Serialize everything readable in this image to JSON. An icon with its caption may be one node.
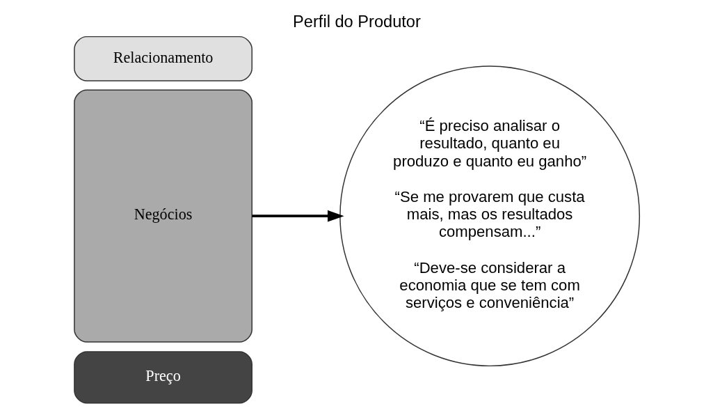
{
  "diagram": {
    "title": "Perfil do Produtor",
    "nodes": [
      {
        "text": [
          "Preço"
        ]
      },
      {
        "text": [
          "Negócios"
        ]
      },
      {
        "text": [
          "Relacionamento"
        ]
      },
      {
        "text": [
          "“É preciso analisar o resultado, quanto eu produzo e quanto eu ganho”",
          "“Se me provarem que custa mais, mas os resultados compensam...”",
          "“Deve-se considerar a economia que se tem com serviços e conveniência”"
        ]
      }
    ],
    "edges": [
      {
        "from": 1,
        "to": 3,
        "arrow": "to"
      }
    ]
  }
}
